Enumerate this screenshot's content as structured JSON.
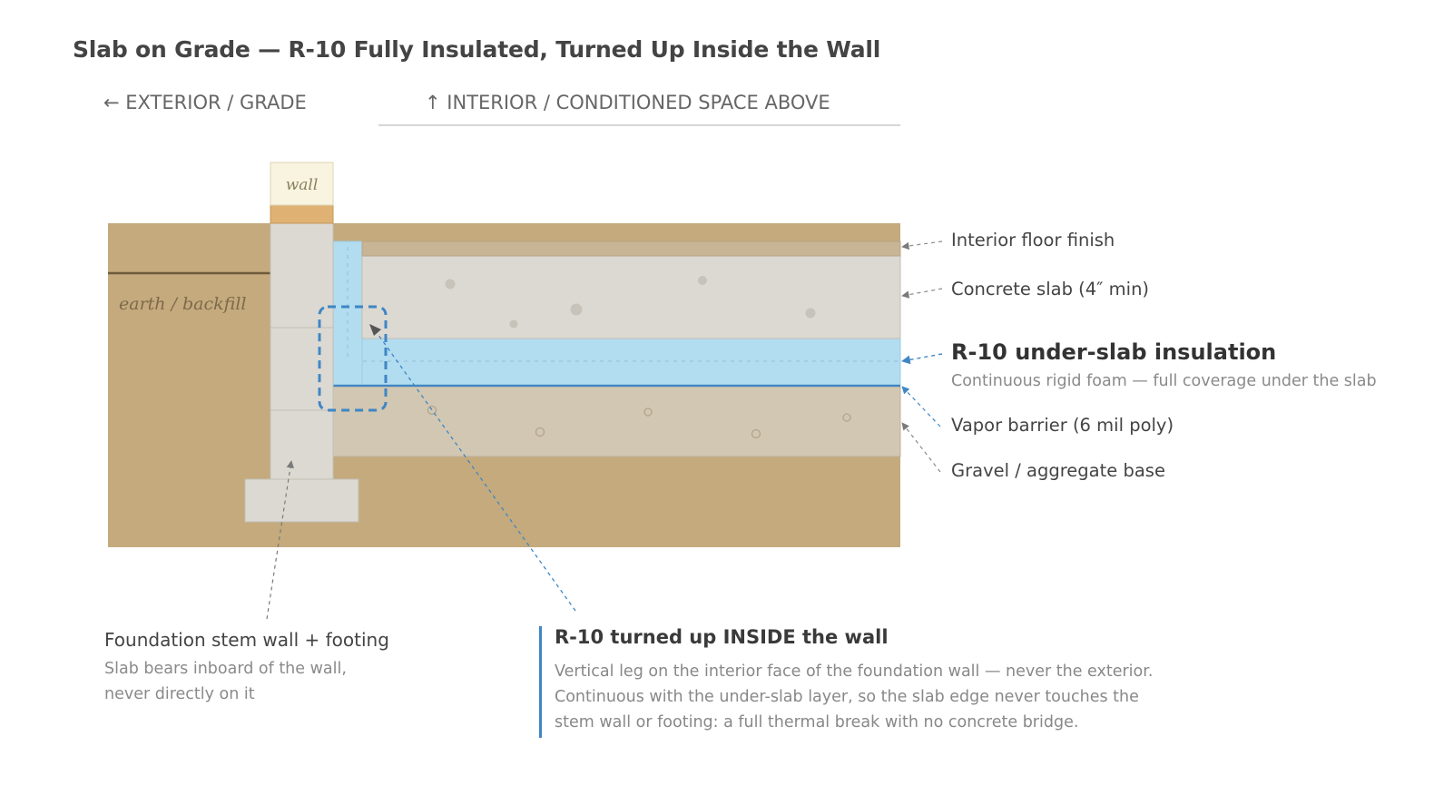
{
  "title": "Slab on Grade — R-10 Fully Insulated, Turned Up Inside the Wall",
  "orientation": {
    "exterior": "← EXTERIOR / GRADE",
    "interior": "↑ INTERIOR / CONDITIONED SPACE ABOVE"
  },
  "diagram": {
    "wall_label": "wall",
    "earth_label": "earth / backfill"
  },
  "layers": {
    "floor_finish": "Interior floor finish",
    "concrete_slab": "Concrete slab (4″ min)",
    "insulation": "R-10 under-slab insulation",
    "insulation_sub": "Continuous rigid foam — full coverage under the slab",
    "vapor_barrier": "Vapor barrier (6 mil poly)",
    "gravel": "Gravel / aggregate base"
  },
  "foundation": {
    "title": "Foundation stem wall + footing",
    "desc_line1": "Slab bears inboard of the wall,",
    "desc_line2": "never directly on it"
  },
  "callout": {
    "title": "R-10 turned up INSIDE the wall",
    "line1": "Vertical leg on the interior face of the foundation wall — never the exterior.",
    "line2": "Continuous with the under-slab layer, so the slab edge never touches the",
    "line3": "stem wall or footing: a full thermal break with no concrete bridge."
  },
  "colors": {
    "earth": "#c4aa7d",
    "concrete": "#dcd9d2",
    "gravel": "#d2c7b2",
    "floor_finish": "#c8b595",
    "insulation": "#b2dcef",
    "accent_blue": "#3f86c5",
    "wall": "#f8f4df",
    "sill": "#dfb274"
  }
}
